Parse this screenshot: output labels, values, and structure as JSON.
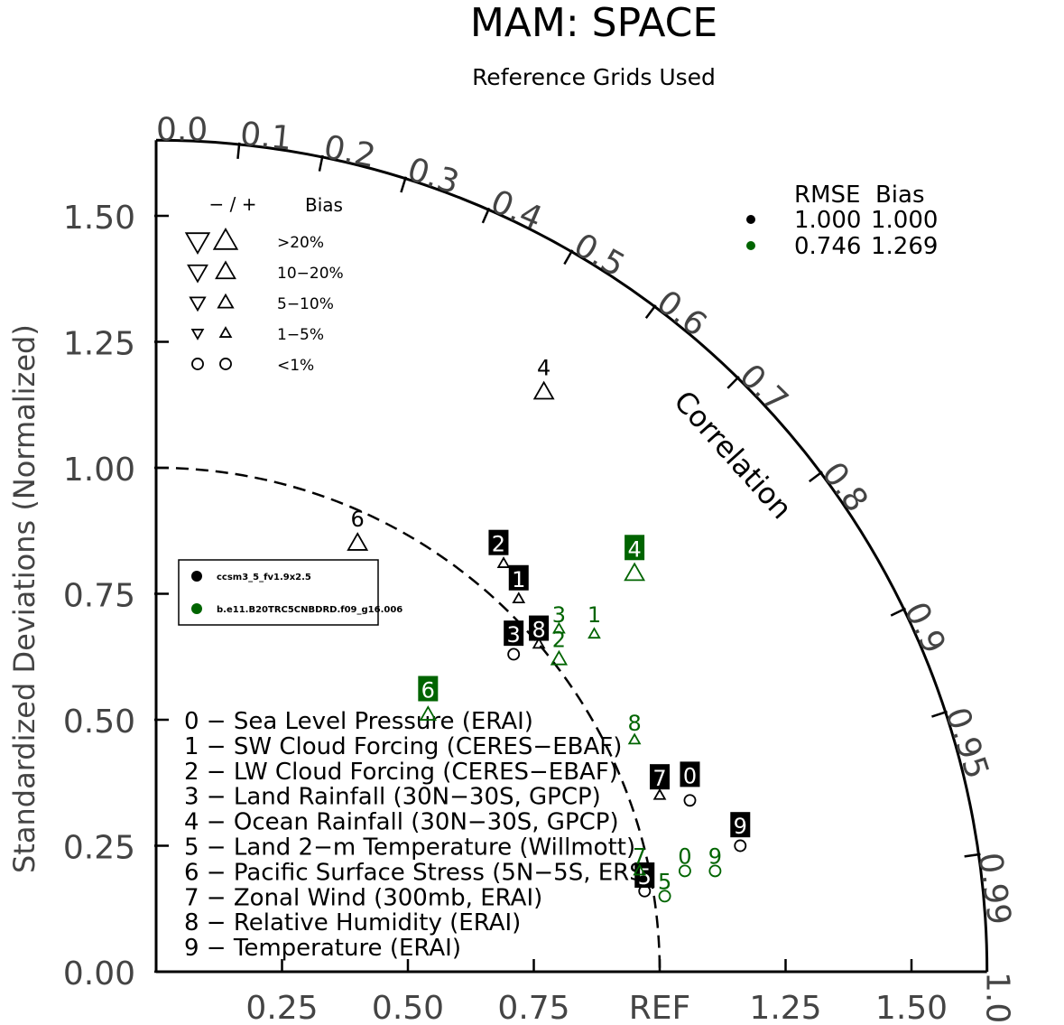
{
  "chart_data": {
    "type": "scatter",
    "title": "MAM: SPACE",
    "subtitle": "Reference Grids Used",
    "ylabel": "Standardized Deviations (Normalized)",
    "correlation_label": "Correlation",
    "ylim": [
      0,
      1.65
    ],
    "xlim": [
      0,
      1.65
    ],
    "y_ticks": [
      {
        "value": 0.0,
        "label": "0.00"
      },
      {
        "value": 0.25,
        "label": "0.25"
      },
      {
        "value": 0.5,
        "label": "0.50"
      },
      {
        "value": 0.75,
        "label": "0.75"
      },
      {
        "value": 1.0,
        "label": "1.00"
      },
      {
        "value": 1.25,
        "label": "1.25"
      },
      {
        "value": 1.5,
        "label": "1.50"
      }
    ],
    "x_ticks": [
      {
        "value": 0.25,
        "label": "0.25"
      },
      {
        "value": 0.5,
        "label": "0.50"
      },
      {
        "value": 0.75,
        "label": "0.75"
      },
      {
        "value": 1.0,
        "label": "REF"
      },
      {
        "value": 1.25,
        "label": "1.25"
      },
      {
        "value": 1.5,
        "label": "1.50"
      }
    ],
    "correlation_ticks": [
      {
        "value": 0.0,
        "label": "0.0"
      },
      {
        "value": 0.1,
        "label": "0.1"
      },
      {
        "value": 0.2,
        "label": "0.2"
      },
      {
        "value": 0.3,
        "label": "0.3"
      },
      {
        "value": 0.4,
        "label": "0.4"
      },
      {
        "value": 0.5,
        "label": "0.5"
      },
      {
        "value": 0.6,
        "label": "0.6"
      },
      {
        "value": 0.7,
        "label": "0.7"
      },
      {
        "value": 0.8,
        "label": "0.8"
      },
      {
        "value": 0.9,
        "label": "0.9"
      },
      {
        "value": 0.95,
        "label": "0.95"
      },
      {
        "value": 0.99,
        "label": "0.99"
      },
      {
        "value": 1.0,
        "label": "1.0"
      }
    ],
    "bias_legend": {
      "header_symbols": "−  /  +",
      "header_label": "Bias",
      "rows": [
        {
          "label": ">20%",
          "shape": "triangle",
          "size": 1.0
        },
        {
          "label": "10−20%",
          "shape": "triangle",
          "size": 0.82
        },
        {
          "label": "5−10%",
          "shape": "triangle",
          "size": 0.64
        },
        {
          "label": "1−5%",
          "shape": "triangle",
          "size": 0.46
        },
        {
          "label": "<1%",
          "shape": "circle",
          "size": 0.55
        }
      ]
    },
    "rmse_bias_table": {
      "header": "RMSE  Bias",
      "rows": [
        {
          "color": "#000000",
          "rmse": "1.000",
          "bias": "1.000"
        },
        {
          "color": "#006400",
          "rmse": "0.746",
          "bias": "1.269"
        }
      ]
    },
    "series": [
      {
        "name": "ccsm3_5_fv1.9x2.5",
        "color": "#000000",
        "label_style": "boxed",
        "points": [
          {
            "id": "0",
            "x": 1.06,
            "y": 0.34,
            "marker": "circle",
            "mark_size": 0.55,
            "label_dx": 0.0,
            "label_dy": 0.05
          },
          {
            "id": "1",
            "x": 0.72,
            "y": 0.74,
            "marker": "triangle",
            "mark_size": 0.46,
            "label_dx": 0.0,
            "label_dy": 0.04
          },
          {
            "id": "2",
            "x": 0.69,
            "y": 0.81,
            "marker": "triangle",
            "mark_size": 0.46,
            "label_dx": -0.01,
            "label_dy": 0.04
          },
          {
            "id": "3",
            "x": 0.71,
            "y": 0.63,
            "marker": "circle",
            "mark_size": 0.55,
            "label_dx": 0.0,
            "label_dy": 0.04
          },
          {
            "id": "4",
            "x": 0.77,
            "y": 1.15,
            "marker": "triangle",
            "mark_size": 0.82,
            "label_dx": 0.0,
            "label_dy": 0.05,
            "label_style": "plain"
          },
          {
            "id": "5",
            "x": 0.97,
            "y": 0.16,
            "marker": "circle",
            "mark_size": 0.55,
            "label_dx": 0.0,
            "label_dy": 0.03
          },
          {
            "id": "6",
            "x": 0.4,
            "y": 0.85,
            "marker": "triangle",
            "mark_size": 0.82,
            "label_dx": 0.0,
            "label_dy": 0.05,
            "label_style": "plain"
          },
          {
            "id": "7",
            "x": 1.0,
            "y": 0.35,
            "marker": "triangle",
            "mark_size": 0.46,
            "label_dx": 0.0,
            "label_dy": 0.035
          },
          {
            "id": "8",
            "x": 0.76,
            "y": 0.65,
            "marker": "triangle",
            "mark_size": 0.46,
            "label_dx": 0.0,
            "label_dy": 0.03
          },
          {
            "id": "9",
            "x": 1.16,
            "y": 0.25,
            "marker": "circle",
            "mark_size": 0.55,
            "label_dx": 0.0,
            "label_dy": 0.04
          }
        ]
      },
      {
        "name": "b.e11.B20TRC5CNBDRD.f09_g16.006",
        "color": "#006400",
        "label_style": "plain",
        "points": [
          {
            "id": "0",
            "x": 1.05,
            "y": 0.2,
            "marker": "circle",
            "mark_size": 0.55,
            "label_dx": 0.0,
            "label_dy": 0.03
          },
          {
            "id": "1",
            "x": 0.87,
            "y": 0.67,
            "marker": "triangle",
            "mark_size": 0.46,
            "label_dx": 0.0,
            "label_dy": 0.04
          },
          {
            "id": "2",
            "x": 0.8,
            "y": 0.62,
            "marker": "triangle",
            "mark_size": 0.64,
            "label_dx": 0.0,
            "label_dy": 0.04
          },
          {
            "id": "3",
            "x": 0.8,
            "y": 0.68,
            "marker": "triangle",
            "mark_size": 0.46,
            "label_dx": 0.0,
            "label_dy": 0.03
          },
          {
            "id": "4",
            "x": 0.95,
            "y": 0.79,
            "marker": "triangle",
            "mark_size": 0.82,
            "label_dx": 0.0,
            "label_dy": 0.05,
            "label_style": "boxed"
          },
          {
            "id": "5",
            "x": 1.01,
            "y": 0.15,
            "marker": "circle",
            "mark_size": 0.55,
            "label_dx": 0.0,
            "label_dy": 0.03
          },
          {
            "id": "6",
            "x": 0.54,
            "y": 0.51,
            "marker": "triangle",
            "mark_size": 0.64,
            "label_dx": 0.0,
            "label_dy": 0.05,
            "label_style": "boxed"
          },
          {
            "id": "7",
            "x": 0.96,
            "y": 0.2,
            "marker": "triangle",
            "mark_size": 0.46,
            "label_dx": 0.0,
            "label_dy": 0.03
          },
          {
            "id": "8",
            "x": 0.95,
            "y": 0.46,
            "marker": "triangle",
            "mark_size": 0.46,
            "label_dx": 0.0,
            "label_dy": 0.035
          },
          {
            "id": "9",
            "x": 1.11,
            "y": 0.2,
            "marker": "circle",
            "mark_size": 0.55,
            "label_dx": 0.0,
            "label_dy": 0.03
          }
        ]
      }
    ],
    "case_legend": [
      {
        "label": "0 − Sea Level Pressure (ERAI)"
      },
      {
        "label": "1 − SW Cloud Forcing (CERES−EBAF)"
      },
      {
        "label": "2 − LW Cloud Forcing (CERES−EBAF)"
      },
      {
        "label": "3 − Land Rainfall (30N−30S, GPCP)"
      },
      {
        "label": "4 − Ocean Rainfall (30N−30S, GPCP)"
      },
      {
        "label": "5 − Land 2−m Temperature (Willmott)"
      },
      {
        "label": "6 − Pacific Surface Stress (5N−5S, ERS)"
      },
      {
        "label": "7 − Zonal Wind (300mb, ERAI)"
      },
      {
        "label": "8 − Relative Humidity (ERAI)"
      },
      {
        "label": "9 − Temperature (ERAI)"
      }
    ]
  }
}
